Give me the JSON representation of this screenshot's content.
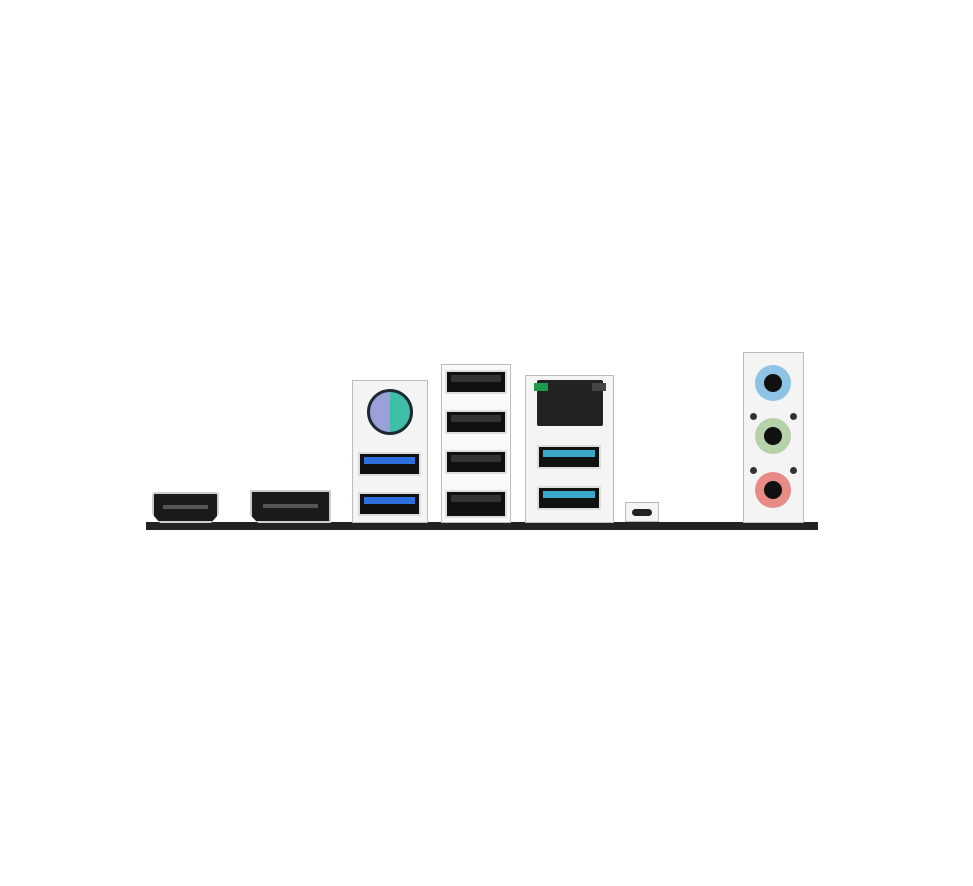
{
  "colors": {
    "ps2_keyboard": "#9aa0d8",
    "ps2_mouse": "#3fbfa7",
    "usb3_blue": "#2e6fe0",
    "usb_teal": "#3aa8c8",
    "audio_line_in": "#8ec3e6",
    "audio_line_out": "#b7d1a8",
    "audio_mic": "#e88a86",
    "lan_led_green": "#1f9a4a",
    "bracket_bar": "#222222"
  },
  "ports": [
    "hdmi",
    "displayport",
    "ps2-combo",
    "usb-3-blue",
    "usb-3-blue",
    "usb-2",
    "usb-2",
    "usb-2",
    "usb-2",
    "rj45-lan",
    "usb-teal",
    "usb-teal",
    "usb-c",
    "audio-line-in",
    "audio-line-out",
    "audio-mic"
  ]
}
